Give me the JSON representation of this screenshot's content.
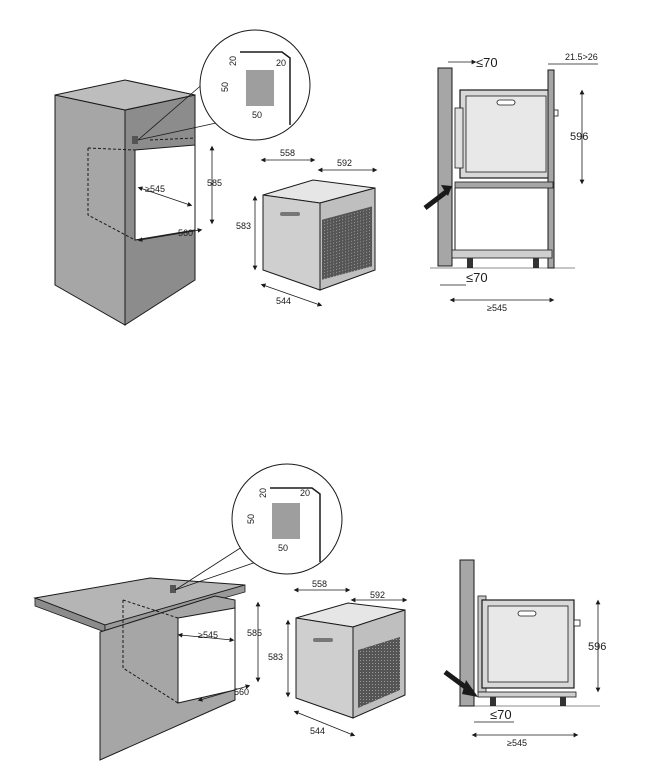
{
  "top_panel": {
    "inset": {
      "w20": "20",
      "h20": "20",
      "h50": "50",
      "w50": "50"
    },
    "niche": {
      "depth": "≥545",
      "width": "560",
      "height": "585"
    },
    "oven": {
      "depth": "558",
      "width": "592",
      "height": "583",
      "depth2": "544"
    },
    "side": {
      "gap_top": "≤70",
      "gap_right": "21.5>26",
      "height": "596",
      "gap_bottom": "≤70",
      "depth": "≥545"
    }
  },
  "bottom_panel": {
    "inset": {
      "w20": "20",
      "h20": "20",
      "h50": "50",
      "w50": "50"
    },
    "niche": {
      "depth": "≥545",
      "width": "560",
      "height": "585"
    },
    "oven": {
      "depth": "558",
      "width": "592",
      "height": "583",
      "depth2": "544"
    },
    "side": {
      "height": "596",
      "gap_bottom": "≤70",
      "depth": "≥545"
    }
  },
  "colors": {
    "wall": "#a6a6a6",
    "wall_dark": "#7d7d7d",
    "oven_door": "#d8d8d8",
    "line": "#1a1a1a"
  }
}
